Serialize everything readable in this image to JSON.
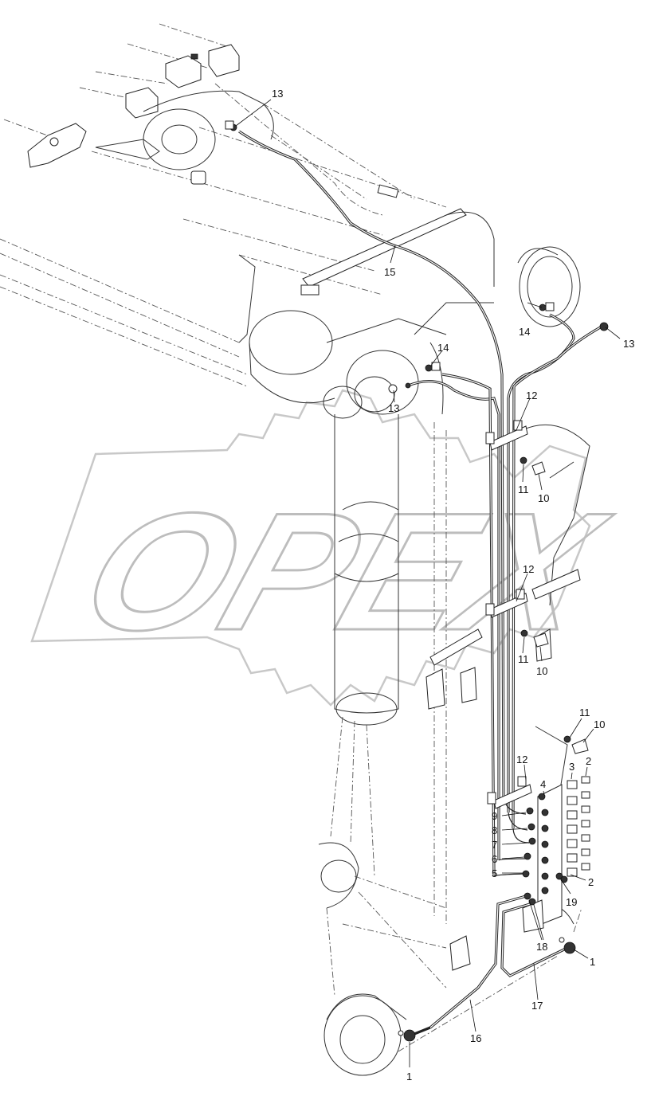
{
  "watermark": {
    "text": "OPEX"
  },
  "callouts": [
    {
      "id": "c13a",
      "label": "13"
    },
    {
      "id": "c15",
      "label": "15"
    },
    {
      "id": "c14a",
      "label": "14"
    },
    {
      "id": "c13b",
      "label": "13"
    },
    {
      "id": "c14b",
      "label": "14"
    },
    {
      "id": "c13c",
      "label": "13"
    },
    {
      "id": "c12a",
      "label": "12"
    },
    {
      "id": "c11a",
      "label": "11"
    },
    {
      "id": "c10a",
      "label": "10"
    },
    {
      "id": "c12b",
      "label": "12"
    },
    {
      "id": "c11b",
      "label": "11"
    },
    {
      "id": "c10b",
      "label": "10"
    },
    {
      "id": "c11c",
      "label": "11"
    },
    {
      "id": "c10c",
      "label": "10"
    },
    {
      "id": "c12c",
      "label": "12"
    },
    {
      "id": "c4",
      "label": "4"
    },
    {
      "id": "c3",
      "label": "3"
    },
    {
      "id": "c2a",
      "label": "2"
    },
    {
      "id": "c9",
      "label": "9"
    },
    {
      "id": "c8",
      "label": "8"
    },
    {
      "id": "c7",
      "label": "7"
    },
    {
      "id": "c6",
      "label": "6"
    },
    {
      "id": "c5",
      "label": "5"
    },
    {
      "id": "c2b",
      "label": "2"
    },
    {
      "id": "c19",
      "label": "19"
    },
    {
      "id": "c18",
      "label": "18"
    },
    {
      "id": "c1a",
      "label": "1"
    },
    {
      "id": "c17",
      "label": "17"
    },
    {
      "id": "c16",
      "label": "16"
    },
    {
      "id": "c1b",
      "label": "1"
    }
  ]
}
